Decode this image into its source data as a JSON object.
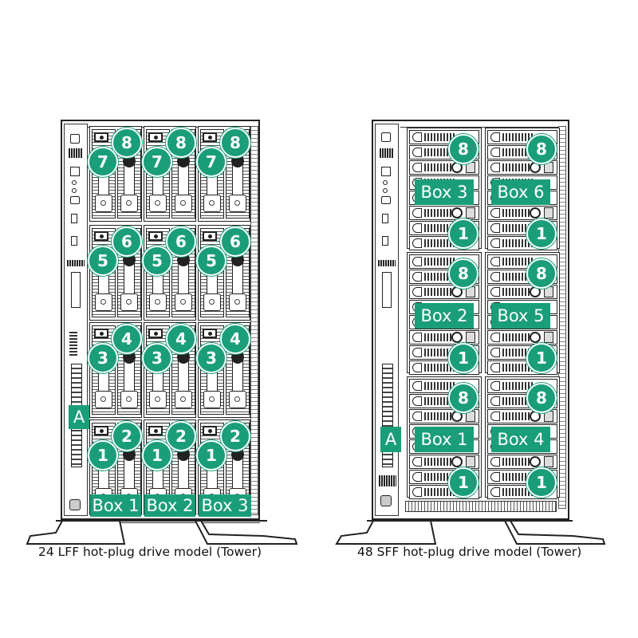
{
  "colors": {
    "accent": "#1a9e7a",
    "outline": "#222222",
    "background": "#ffffff"
  },
  "left_model": {
    "caption": "24 LFF hot-plug drive model (Tower)",
    "front_panel_label": "A",
    "boxes": [
      {
        "label": "Box 1"
      },
      {
        "label": "Box 2"
      },
      {
        "label": "Box 3"
      }
    ],
    "bay_rows": [
      {
        "left": "7",
        "right": "8"
      },
      {
        "left": "5",
        "right": "6"
      },
      {
        "left": "3",
        "right": "4"
      },
      {
        "left": "1",
        "right": "2"
      }
    ]
  },
  "right_model": {
    "caption": "48 SFF hot-plug drive model (Tower)",
    "front_panel_label": "A",
    "boxes": [
      {
        "label": "Box 3",
        "top_bay": "8",
        "bottom_bay": "1"
      },
      {
        "label": "Box 6",
        "top_bay": "8",
        "bottom_bay": "1"
      },
      {
        "label": "Box 2",
        "top_bay": "8",
        "bottom_bay": "1"
      },
      {
        "label": "Box 5",
        "top_bay": "8",
        "bottom_bay": "1"
      },
      {
        "label": "Box 1",
        "top_bay": "8",
        "bottom_bay": "1"
      },
      {
        "label": "Box 4",
        "top_bay": "8",
        "bottom_bay": "1"
      }
    ]
  }
}
